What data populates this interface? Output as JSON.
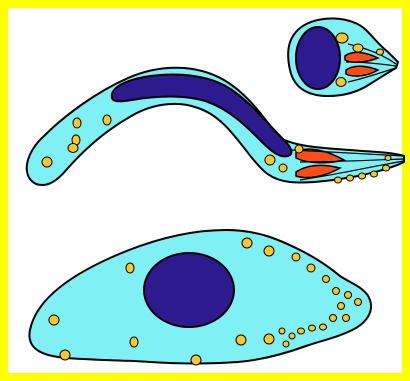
{
  "diagram": {
    "colors": {
      "frame": "#FFFF00",
      "background": "#FFFFFF",
      "cytoplasm": "#7FF0F4",
      "nucleus": "#2E1A8F",
      "granule": "#FFC72C",
      "organelle": "#FF4D1A",
      "outline": "#000000"
    },
    "cells": [
      {
        "id": "small-round-cell"
      },
      {
        "id": "elongated-cell"
      },
      {
        "id": "large-flat-cell"
      }
    ]
  }
}
